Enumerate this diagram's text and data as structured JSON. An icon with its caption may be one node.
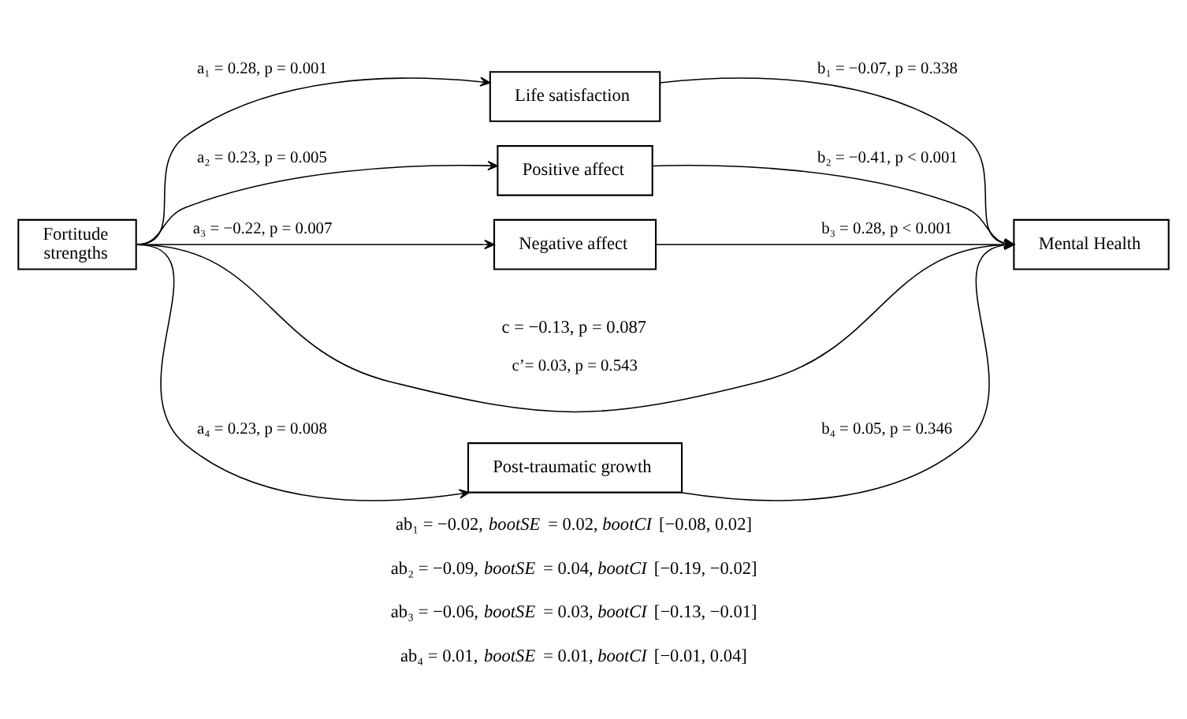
{
  "diagram": {
    "nodes": [
      {
        "text": [
          "Fortitude strengths"
        ]
      },
      {
        "text": [
          "Life satisfaction"
        ]
      },
      {
        "text": [
          "Positive affect"
        ]
      },
      {
        "text": [
          "Negative affect"
        ]
      },
      {
        "text": [
          "Post-traumatic growth"
        ]
      },
      {
        "text": [
          "Mental Health"
        ]
      }
    ],
    "edges": [
      {
        "from": 0,
        "to": 1,
        "arrow": "to",
        "label": "a₁ = 0.28, p = 0.001"
      },
      {
        "from": 0,
        "to": 2,
        "arrow": "to",
        "label": "a₂ = 0.23, p = 0.005"
      },
      {
        "from": 0,
        "to": 3,
        "arrow": "to",
        "label": "a₃ = −0.22, p = 0.007"
      },
      {
        "from": 0,
        "to": 5,
        "arrow": "to",
        "label": "c’= 0.03, p = 0.543"
      },
      {
        "from": 0,
        "to": 4,
        "arrow": "to",
        "label": "a₄ = 0.23, p = 0.008"
      },
      {
        "from": 1,
        "to": 5,
        "arrow": "to",
        "label": "b₁ = −0.07, p = 0.338"
      },
      {
        "from": 2,
        "to": 5,
        "arrow": "to",
        "label": "b₂ = −0.41, p < 0.001"
      },
      {
        "from": 3,
        "to": 5,
        "arrow": "to",
        "label": "b₃ = 0.28, p < 0.001"
      },
      {
        "from": 4,
        "to": 5,
        "arrow": "to",
        "label": "b₄ = 0.05, p = 0.346"
      }
    ],
    "labels": [
      "c = −0.13, p = 0.087",
      "ab₁ = −0.02, *bootSE* = 0.02, *bootCI* [−0.08, 0.02]",
      "ab₂ = −0.09, *bootSE* = 0.04, *bootCI* [−0.19, −0.02]",
      "ab₃ = −0.06, *bootSE* = 0.03, *bootCI* [−0.13, −0.01]",
      "ab₄ = 0.01, *bootSE* = 0.01, *bootCI* [−0.01, 0.04]"
    ]
  }
}
